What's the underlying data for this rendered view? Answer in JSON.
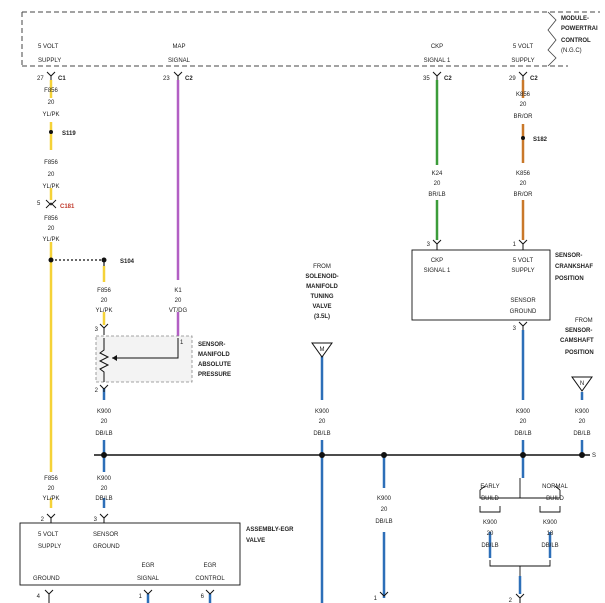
{
  "colors": {
    "yellow": "#f5d238",
    "purple": "#b25fc4",
    "green": "#3c9c3a",
    "brown": "#c9782a",
    "blue": "#2d6fb8",
    "black": "#111111"
  },
  "module": {
    "title_lines": [
      "MODULE-",
      "POWERTRAI",
      "CONTROL",
      "(N.G.C)"
    ],
    "pins": [
      {
        "line1": "5 VOLT",
        "line2": "SUPPLY",
        "pin": "27",
        "conn": "C1"
      },
      {
        "line1": "MAP",
        "line2": "SIGNAL",
        "pin": "23",
        "conn": "C2"
      },
      {
        "line1": "CKP",
        "line2": "SIGNAL 1",
        "pin": "35",
        "conn": "C2"
      },
      {
        "line1": "5 VOLT",
        "line2": "SUPPLY",
        "pin": "29",
        "conn": "C2"
      }
    ]
  },
  "wires": {
    "yellow_top_1": {
      "circuit": "F856",
      "gauge": "20",
      "color": "YL/PK"
    },
    "splice_s119": "S119",
    "yellow_top_2": {
      "circuit": "F856",
      "gauge": "20",
      "color": "YL/PK"
    },
    "conn_c181": {
      "pin": "5",
      "name": "C181"
    },
    "yellow_top_3": {
      "circuit": "F856",
      "gauge": "20",
      "color": "YL/PK"
    },
    "splice_s104": "S104",
    "yellow_branch": {
      "circuit": "F856",
      "gauge": "20",
      "color": "YL/PK"
    },
    "purple": {
      "circuit": "K1",
      "gauge": "20",
      "color": "VT/DG"
    },
    "green": {
      "circuit": "K24",
      "gauge": "20",
      "color": "BR/LB"
    },
    "brown_top": {
      "circuit": "K856",
      "gauge": "20",
      "color": "BR/OR"
    },
    "splice_s182": "S182",
    "brown_bottom": {
      "circuit": "K856",
      "gauge": "20",
      "color": "BR/OR"
    },
    "blue_map": {
      "circuit": "K900",
      "gauge": "20",
      "color": "DB/LB"
    },
    "blue_solenoid": {
      "circuit": "K900",
      "gauge": "20",
      "color": "DB/LB"
    },
    "blue_crank": {
      "circuit": "K900",
      "gauge": "20",
      "color": "DB/LB"
    },
    "blue_cam": {
      "circuit": "K900",
      "gauge": "20",
      "color": "DB/LB"
    },
    "blue_egr_mid": {
      "circuit": "K900",
      "gauge": "20",
      "color": "DB/LB"
    },
    "yellow_egr": {
      "circuit": "F856",
      "gauge": "20",
      "color": "YL/PK"
    },
    "blue_egr": {
      "circuit": "K900",
      "gauge": "20",
      "color": "DB/LB"
    },
    "early_build": {
      "circuit": "K900",
      "gauge": "20",
      "color": "DB/LB"
    },
    "normal_build": {
      "circuit": "K900",
      "gauge": "18",
      "color": "DB/LB"
    }
  },
  "components": {
    "map_sensor": {
      "title_lines": [
        "SENSOR-",
        "MANIFOLD",
        "ABSOLUTE",
        "PRESSURE"
      ],
      "pin_top": "3",
      "pin_right": "1",
      "pin_bottom": "2"
    },
    "solenoid": {
      "title_lines": [
        "FROM",
        "SOLENOID-",
        "MANIFOLD",
        "TUNING",
        "VALVE",
        "(3.5L)"
      ],
      "letter": "M"
    },
    "crank_sensor": {
      "title_lines": [
        "SENSOR-",
        "CRANKSHAF",
        "POSITION"
      ],
      "pin_left": "3",
      "pin_right": "1",
      "pin_bottom": "3",
      "label_ckp": [
        "CKP",
        "SIGNAL 1"
      ],
      "label_5v": [
        "5 VOLT",
        "SUPPLY"
      ],
      "label_ground": [
        "SENSOR",
        "GROUND"
      ]
    },
    "cam_sensor": {
      "title_lines": [
        "FROM",
        "SENSOR-",
        "CAMSHAFT",
        "POSITION"
      ],
      "letter": "N"
    },
    "egr_valve": {
      "title_lines": [
        "ASSEMBLY-EGR",
        "VALVE"
      ],
      "pin_5v": "2",
      "pin_sg": "3",
      "label_5v": [
        "5 VOLT",
        "SUPPLY"
      ],
      "label_sg": [
        "SENSOR",
        "GROUND"
      ],
      "bottom_labels": [
        "GROUND",
        "EGR SIGNAL",
        "EGR CONTROL"
      ],
      "bottom_pins": [
        "4",
        "1",
        "6"
      ]
    },
    "egr_mid_pin": "1",
    "early": [
      "EARLY",
      "BUILD"
    ],
    "normal": [
      "NORMAL",
      "BUILD"
    ],
    "bottom_splice_pin": "2",
    "bus_end_letter": "S"
  }
}
